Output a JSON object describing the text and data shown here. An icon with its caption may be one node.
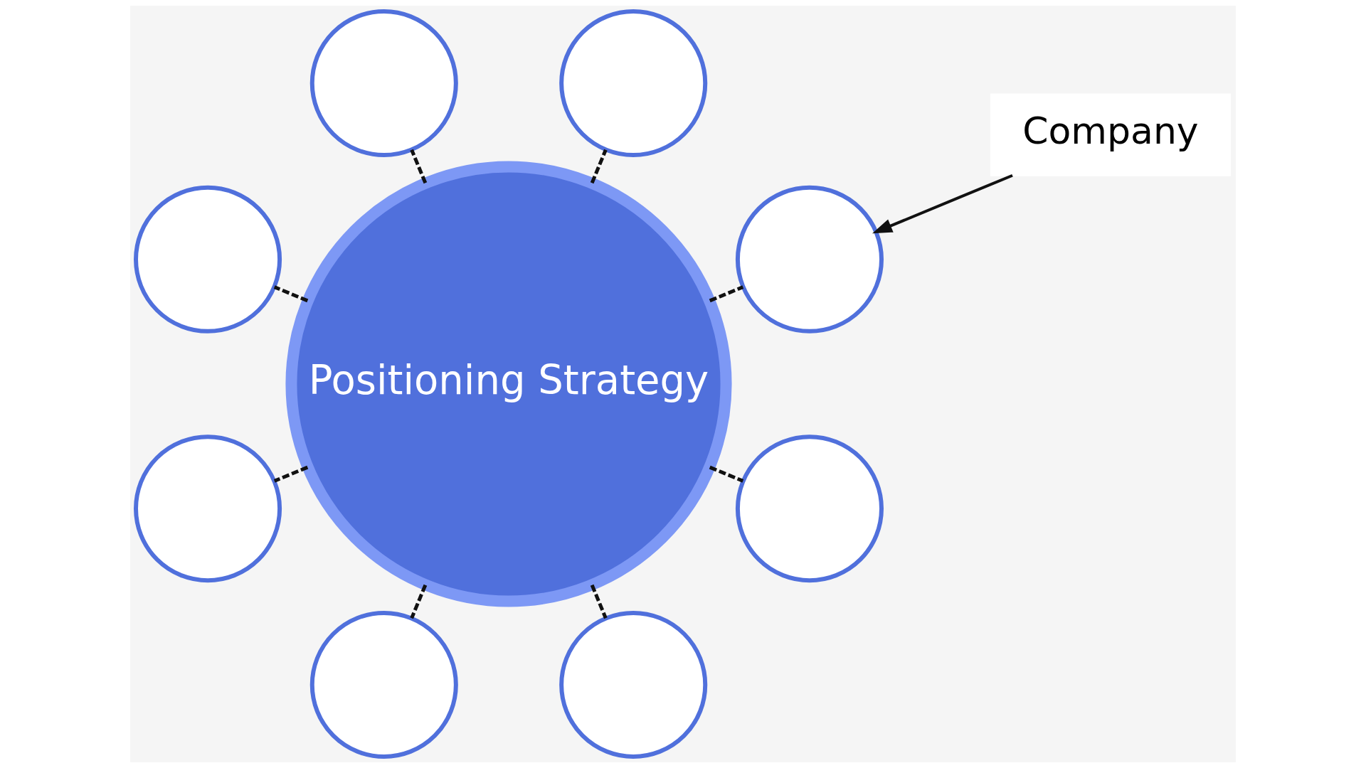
{
  "diagram": {
    "nodes": [
      {
        "text": [
          "Positioning Strategy"
        ]
      },
      {
        "text": [
          "Company"
        ]
      },
      {
        "text": [],
        "shape": "circle"
      },
      {
        "text": [],
        "shape": "circle"
      },
      {
        "text": [],
        "shape": "circle"
      },
      {
        "text": [],
        "shape": "circle"
      },
      {
        "text": [],
        "shape": "circle"
      },
      {
        "text": [],
        "shape": "circle"
      },
      {
        "text": [],
        "shape": "circle"
      },
      {
        "text": [],
        "shape": "circle"
      }
    ],
    "edges": [
      {
        "from": 1,
        "to": 2,
        "arrow": "to"
      },
      {
        "from": 0,
        "to": 2,
        "arrow": "none",
        "style": "dashed"
      },
      {
        "from": 0,
        "to": 3,
        "arrow": "none",
        "style": "dashed"
      },
      {
        "from": 0,
        "to": 4,
        "arrow": "none",
        "style": "dashed"
      },
      {
        "from": 0,
        "to": 5,
        "arrow": "none",
        "style": "dashed"
      },
      {
        "from": 0,
        "to": 6,
        "arrow": "none",
        "style": "dashed"
      },
      {
        "from": 0,
        "to": 7,
        "arrow": "none",
        "style": "dashed"
      },
      {
        "from": 0,
        "to": 8,
        "arrow": "none",
        "style": "dashed"
      },
      {
        "from": 0,
        "to": 9,
        "arrow": "none",
        "style": "dashed"
      }
    ]
  }
}
